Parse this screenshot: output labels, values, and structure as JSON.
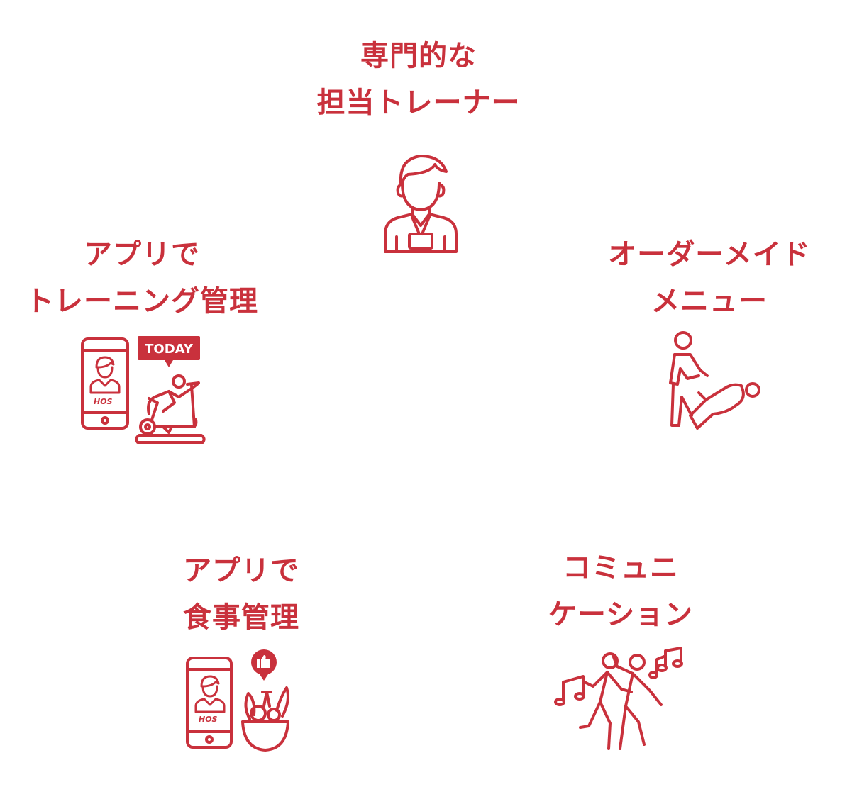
{
  "accent_color": "#c9313c",
  "features": [
    {
      "id": "trainer",
      "line1": "専門的な",
      "line2": "担当トレーナー",
      "icon": "trainer-person-icon"
    },
    {
      "id": "custom-menu",
      "line1": "オーダーメイド",
      "line2": "メニュー",
      "icon": "stretching-assist-icon"
    },
    {
      "id": "communication",
      "line1": "コミュニ",
      "line2": "ケーション",
      "icon": "dancing-music-icon"
    },
    {
      "id": "meal",
      "line1": "アプリで",
      "line2": "食事管理",
      "icon": "phone-food-bowl-icon"
    },
    {
      "id": "training-app",
      "line1": "アプリで",
      "line2": "トレーニング管理",
      "icon": "phone-exercise-bike-icon"
    }
  ],
  "badges": {
    "today": "TODAY",
    "app_logo": "HOS"
  }
}
